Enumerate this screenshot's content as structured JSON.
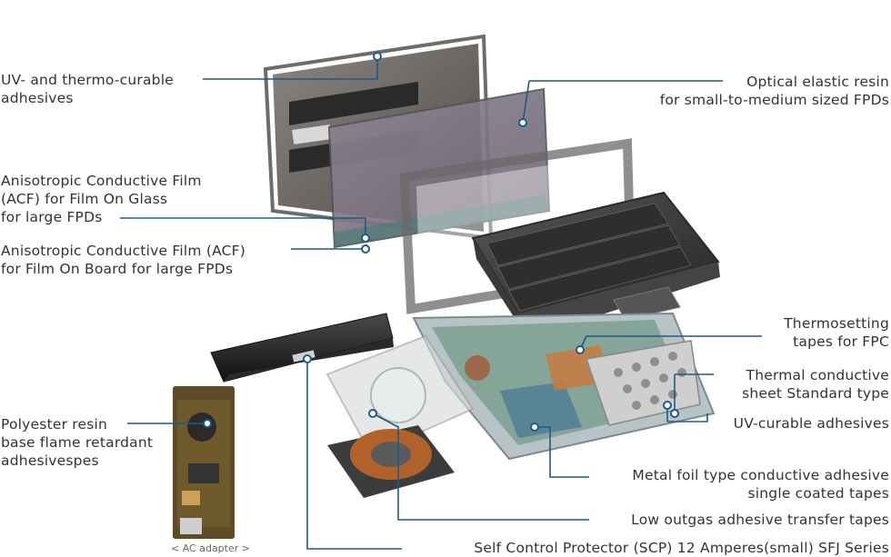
{
  "labels": {
    "uv_thermo": [
      "UV- and thermo-curable",
      "adhesives"
    ],
    "acf_glass": [
      "Anisotropic Conductive Film",
      "(ACF) for Film On Glass",
      "for large FPDs"
    ],
    "acf_board": [
      "Anisotropic Conductive Film (ACF)",
      "for Film On Board for large FPDs"
    ],
    "polyester": [
      "Polyester resin",
      "base flame retardant",
      "adhesivespes"
    ],
    "optical": [
      "Optical elastic resin",
      "for small-to-medium sized FPDs"
    ],
    "thermoset": [
      "Thermosetting",
      "tapes for FPC"
    ],
    "thermal": [
      "Thermal conductive",
      "sheet Standard type"
    ],
    "uv_curable": [
      "UV-curable adhesives"
    ],
    "metal_foil": [
      "Metal foil type conductive adhesive",
      "single coated tapes"
    ],
    "low_outgas": [
      "Low outgas adhesive transfer tapes"
    ],
    "scp": [
      "Self Control Protector (SCP) 12 Amperes(small) SFJ Series"
    ]
  },
  "caption": "< AC adapter >",
  "colors": {
    "leader_line": "#1f5a86",
    "label_text": "#333333"
  }
}
